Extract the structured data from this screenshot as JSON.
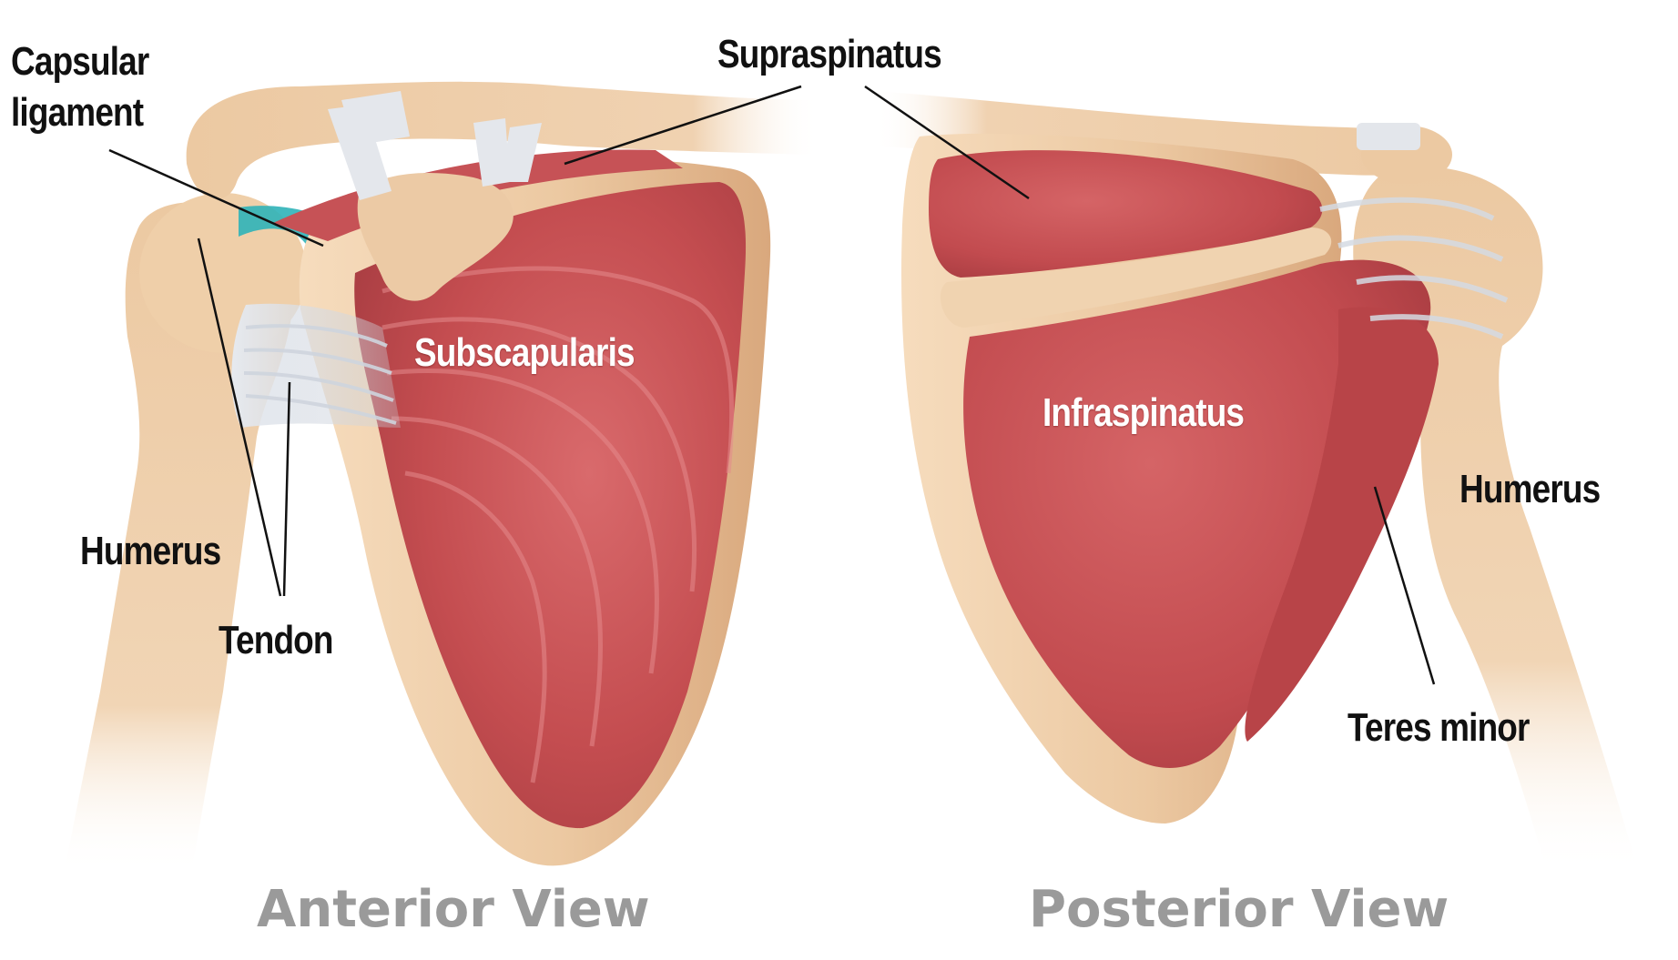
{
  "colors": {
    "bone": "#ecc9a2",
    "bone_shade": "#d7a77c",
    "muscle": "#c44d50",
    "muscle_dark": "#a83d42",
    "tendon": "#dfe3ea",
    "capsule": "#2fb3b8",
    "label": "#111111",
    "view_title": "#9a9a9a"
  },
  "labels": {
    "capsular_ligament": [
      "Capsular",
      "ligament"
    ],
    "supraspinatus": "Supraspinatus",
    "subscapularis": "Subscapularis",
    "humerus_left": "Humerus",
    "tendon": "Tendon",
    "infraspinatus": "Infraspinatus",
    "humerus_right": "Humerus",
    "teres_minor": "Teres minor"
  },
  "views": {
    "anterior": "Anterior View",
    "posterior": "Posterior View"
  }
}
